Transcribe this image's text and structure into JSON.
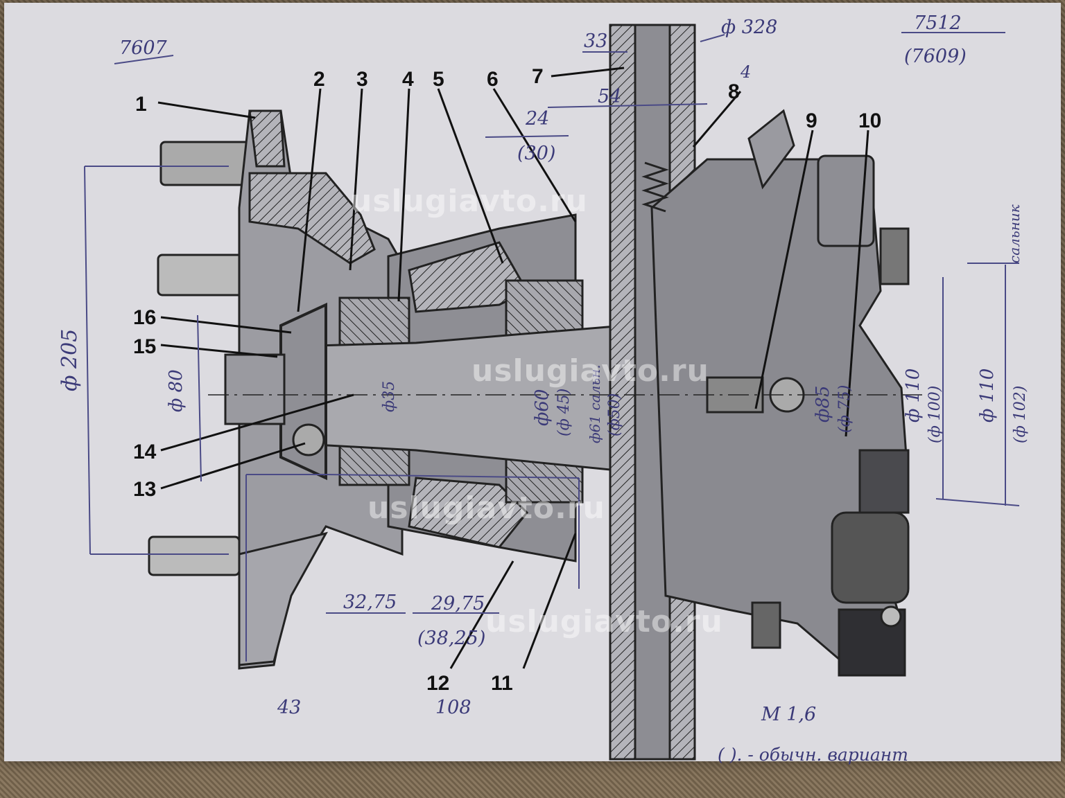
{
  "callouts": [
    "1",
    "2",
    "3",
    "4",
    "5",
    "6",
    "7",
    "8",
    "9",
    "10",
    "11",
    "12",
    "13",
    "14",
    "15",
    "16"
  ],
  "notes": {
    "top_left": "7607",
    "top_right_top": "7512",
    "top_right_bottom": "(7609)",
    "scale": "M 1,6",
    "legend": "( ). - обычн. вариант",
    "side_label": "сальник"
  },
  "dims": {
    "d328": "ф 328",
    "d33": "33",
    "d4": "4",
    "d54": "54",
    "d24": "24",
    "d30": "(30)",
    "d205": "ф 205",
    "d80": "ф 80",
    "d35": "ф35",
    "d60": "ф60",
    "d45": "(ф 45)",
    "d61": "ф61 сальн.",
    "d50": "(ф50)",
    "d85": "ф85",
    "d75": "(ф 75)",
    "d110a": "ф 110",
    "d100": "(ф 100)",
    "d110b": "ф 110",
    "d102": "(ф 102)",
    "d3275": "32,75",
    "d2975": "29,75",
    "d3825": "(38,25)",
    "d43": "43",
    "d108": "108"
  },
  "watermark": "uslugiavto.ru",
  "colors": {
    "ink": "#111111",
    "pen": "#3b3a78",
    "paper": "#dcdbe0",
    "metal": "#9c9ca2"
  }
}
